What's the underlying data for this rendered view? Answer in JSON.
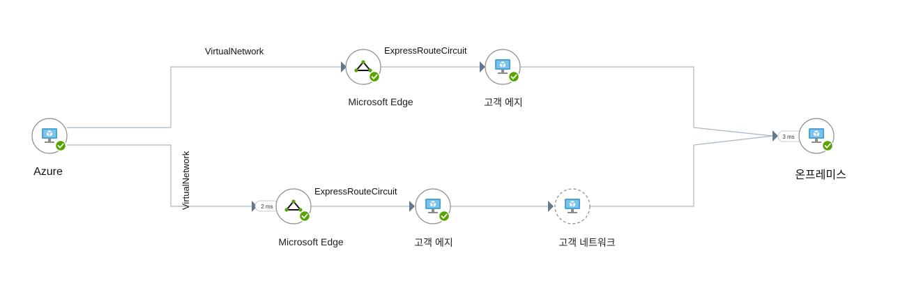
{
  "nodes": {
    "azure": {
      "label": "Azure",
      "icon": "virtual-machine-icon",
      "status": "ok"
    },
    "onprem": {
      "label": "온프레미스",
      "icon": "virtual-machine-icon",
      "status": "ok",
      "latency": "3 ms"
    },
    "top_ms_edge": {
      "label": "Microsoft Edge",
      "icon": "router-icon",
      "status": "ok"
    },
    "top_cust_edge": {
      "label": "고객 에지",
      "icon": "virtual-machine-icon",
      "status": "ok"
    },
    "bottom_ms_edge": {
      "label": "Microsoft Edge",
      "icon": "router-icon",
      "status": "ok",
      "latency": "2 ms"
    },
    "bottom_cust_edge": {
      "label": "고객 에지",
      "icon": "virtual-machine-icon",
      "status": "ok"
    },
    "cust_network": {
      "label": "고객 네트워크",
      "icon": "virtual-machine-icon",
      "status": "unknown"
    }
  },
  "edges": {
    "top_vnet": "VirtualNetwork",
    "top_er": "ExpressRouteCircuit",
    "bottom_vnet": "VirtualNetwork",
    "bottom_er": "ExpressRouteCircuit"
  },
  "colors": {
    "line": "#a6b4c4",
    "arrow": "#64788c",
    "node_border": "#8a8a8a",
    "check": "#57a300",
    "monitor": "#4aa3d8"
  }
}
